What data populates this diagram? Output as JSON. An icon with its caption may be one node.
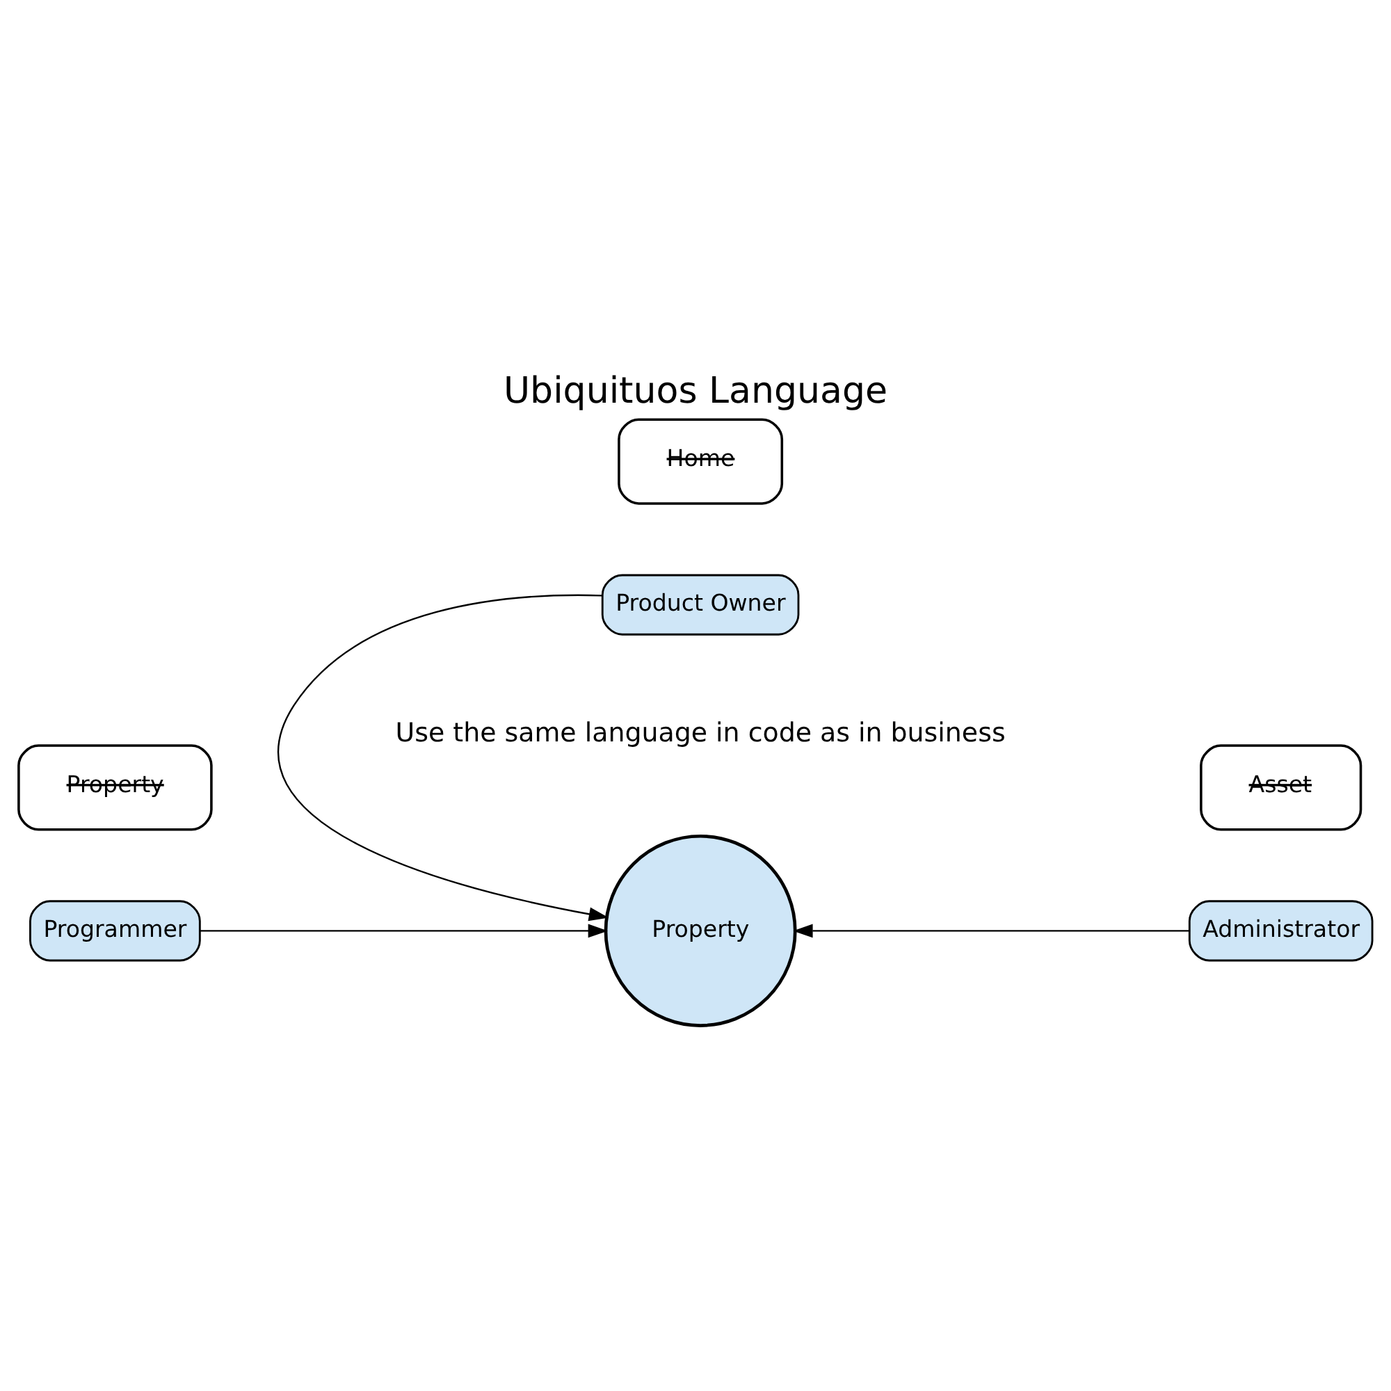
{
  "diagram": {
    "title": "Ubiquituos Language",
    "nodes": [
      {
        "text": [
          "Property"
        ]
      },
      {
        "text": [
          "Programmer"
        ]
      },
      {
        "text": [
          "Property"
        ]
      },
      {
        "text": [
          "Asset"
        ]
      },
      {
        "text": [
          "Administrator"
        ]
      },
      {
        "text": [
          "Home"
        ]
      },
      {
        "text": [
          "Product Owner"
        ]
      }
    ],
    "edges": [
      {
        "from": 1,
        "to": 2,
        "arrow": "to"
      },
      {
        "from": 4,
        "to": 2,
        "arrow": "to"
      },
      {
        "from": 6,
        "to": 2,
        "arrow": "to"
      }
    ],
    "labels": [
      "Use the same language in code as in business"
    ]
  }
}
